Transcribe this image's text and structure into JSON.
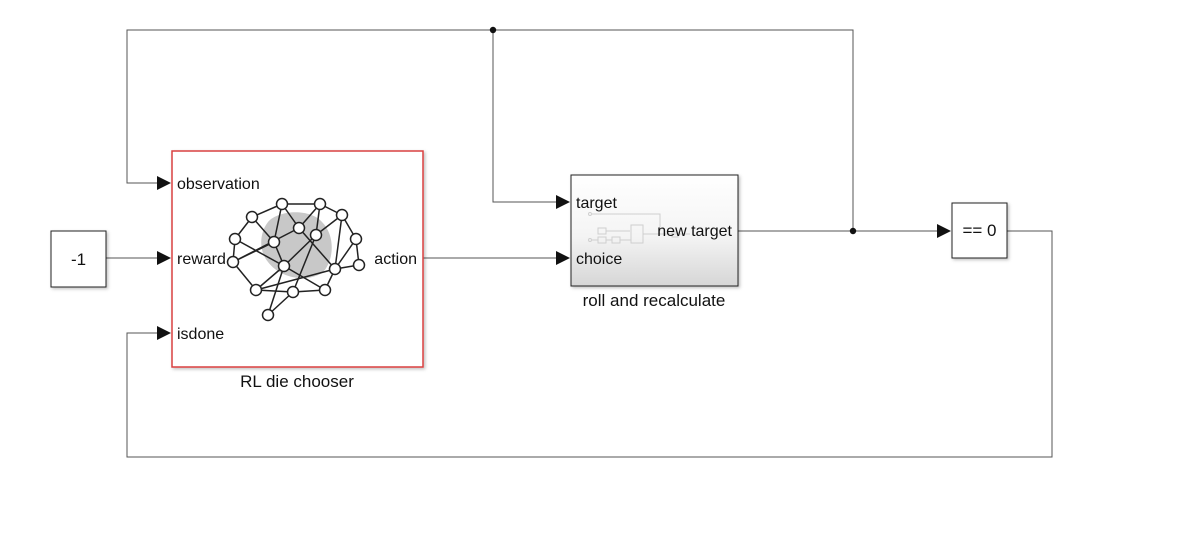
{
  "blocks": {
    "constant": {
      "value": "-1"
    },
    "agent": {
      "caption": "RL die chooser",
      "ports": {
        "observation": "observation",
        "reward": "reward",
        "isdone": "isdone",
        "action": "action"
      }
    },
    "subsystem": {
      "caption": "roll and recalculate",
      "ports": {
        "target": "target",
        "choice": "choice",
        "new_target": "new target"
      }
    },
    "compare": {
      "expression": "== 0"
    }
  },
  "colors": {
    "agent_border": "#d94040",
    "wire": "#555555",
    "brain_blob": "#c8c8c8"
  },
  "icons": {
    "agent": "neural-network-brain-icon",
    "subsystem": "subsystem-preview-icon"
  }
}
